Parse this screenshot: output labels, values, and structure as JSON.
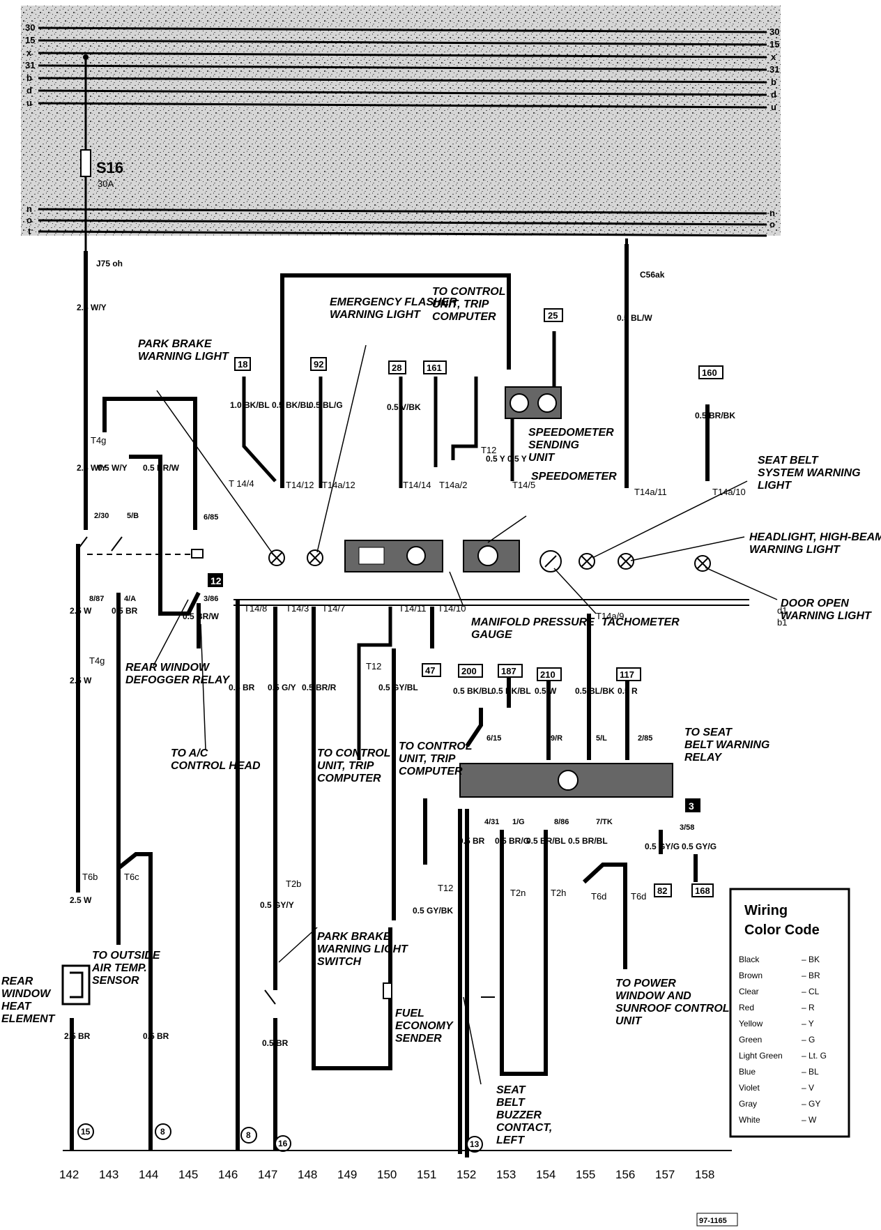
{
  "bus": {
    "left_labels": [
      "30",
      "15",
      "x",
      "31",
      "b",
      "d",
      "u"
    ],
    "right_labels": [
      "30",
      "15",
      "x",
      "31",
      "b",
      "d",
      "u"
    ],
    "lower_left_labels": [
      "n",
      "o",
      "t"
    ],
    "lower_right_labels": [
      "n",
      "o"
    ],
    "fuse_name": "S16",
    "fuse_rating": "30A",
    "left_connector": "J75 oh",
    "right_connector": "C56ak",
    "internal_bus_labels": [
      "d1",
      "b1"
    ]
  },
  "wire_specs": [
    "2.5 W/Y",
    "2.5 W/Y",
    "0.5 W/Y",
    "0.5 BR/W",
    "0.5 BR/W",
    "2.5 W",
    "0.5 BR",
    "2.5 W",
    "2.5 W",
    "2.5 BR",
    "0.5 BR",
    "1.0 BK/BL",
    "0.5 BK/BL",
    "0.5 BL/G",
    "0.5 V/BK",
    "0.5 Y",
    "0.5 Y",
    "0.5 BL/W",
    "0.5 BR/BK",
    "0.5 BR",
    "0.5 G/Y",
    "0.5 BR/R",
    "0.5 GY/BL",
    "0.5 GY/Y",
    "0.5 BR",
    "0.5 GY/BK",
    "0.5 BK/BL",
    "0.5 BK/BL",
    "0.5 W",
    "0.5 BL/BK",
    "0.5 R",
    "0.5 BR",
    "0.5 BR/G",
    "0.5 BR/BL",
    "0.5 BR/BL",
    "0.5 GY/G",
    "0.5 GY/G"
  ],
  "connectors": [
    "T4g",
    "T4g",
    "T6b",
    "T6c",
    "T2b",
    "T12",
    "T12",
    "T12",
    "T2n",
    "T2h",
    "T6d",
    "T6d",
    "T 14/4",
    "T14/12",
    "T14a/12",
    "T14/14",
    "T14a/2",
    "T14/5",
    "T14a/11",
    "T14a/10",
    "T14/8",
    "T14/3",
    "T14/7",
    "T14/11",
    "T14/10",
    "T14a/9",
    "2/30",
    "5/B",
    "6/85",
    "8/87",
    "4/A",
    "3/86",
    "6/15",
    "9/R",
    "5/L",
    "2/85",
    "4/31",
    "1/G",
    "8/86",
    "7/TK",
    "3/58"
  ],
  "boxed_refs": [
    "18",
    "92",
    "28",
    "161",
    "25",
    "160",
    "47",
    "200",
    "187",
    "210",
    "117",
    "82",
    "168"
  ],
  "circled_refs": [
    "15",
    "8",
    "8",
    "16",
    "13"
  ],
  "relay_tags": [
    "12",
    "3"
  ],
  "callouts": {
    "park_brake_light": "PARK BRAKE WARNING LIGHT",
    "emergency_flasher": "EMERGENCY FLASHER WARNING LIGHT",
    "control_unit_top": "TO CONTROL UNIT, TRIP COMPUTER",
    "speedo_sender": "SPEEDOMETER SENDING UNIT",
    "speedometer": "SPEEDOMETER",
    "seat_belt_system": "SEAT BELT SYSTEM WARNING LIGHT",
    "headlight_high_beam": "HEADLIGHT, HIGH-BEAM WARNING LIGHT",
    "door_open": "DOOR OPEN WARNING LIGHT",
    "tachometer": "TACHOMETER",
    "manifold_gauge": "MANIFOLD PRESSURE GAUGE",
    "rear_defogger_relay": "REAR WINDOW DEFOGGER RELAY",
    "ac_control": "TO A/C CONTROL HEAD",
    "control_unit_left": "TO CONTROL UNIT, TRIP COMPUTER",
    "control_unit_mid": "TO CONTROL UNIT, TRIP COMPUTER",
    "seat_belt_relay": "TO SEAT BELT WARNING RELAY",
    "rear_heat_element": "REAR WINDOW HEAT ELEMENT",
    "outside_air": "TO OUTSIDE AIR TEMP. SENSOR",
    "park_brake_switch": "PARK BRAKE WARNING LIGHT SWITCH",
    "fuel_economy": "FUEL ECONOMY SENDER",
    "power_window": "TO POWER WINDOW AND SUNROOF CONTROL UNIT",
    "seat_belt_buzzer": "SEAT BELT BUZZER CONTACT, LEFT"
  },
  "legend": {
    "title_line1": "Wiring",
    "title_line2": "Color Code",
    "rows": [
      {
        "name": "Black",
        "code": "– BK"
      },
      {
        "name": "Brown",
        "code": "– BR"
      },
      {
        "name": "Clear",
        "code": "– CL"
      },
      {
        "name": "Red",
        "code": "– R"
      },
      {
        "name": "Yellow",
        "code": "– Y"
      },
      {
        "name": "Green",
        "code": "– G"
      },
      {
        "name": "Light Green",
        "code": "– Lt. G"
      },
      {
        "name": "Blue",
        "code": "– BL"
      },
      {
        "name": "Violet",
        "code": "– V"
      },
      {
        "name": "Gray",
        "code": "– GY"
      },
      {
        "name": "White",
        "code": "– W"
      }
    ]
  },
  "footer": {
    "numbers": [
      "142",
      "143",
      "144",
      "145",
      "146",
      "147",
      "148",
      "149",
      "150",
      "151",
      "152",
      "153",
      "154",
      "155",
      "156",
      "157",
      "158"
    ],
    "figure_id": "97-1165"
  },
  "colors": {
    "ink": "#000000",
    "noise_bg": "#bdbdbd",
    "module_fill": "#777777",
    "paper": "#ffffff"
  }
}
